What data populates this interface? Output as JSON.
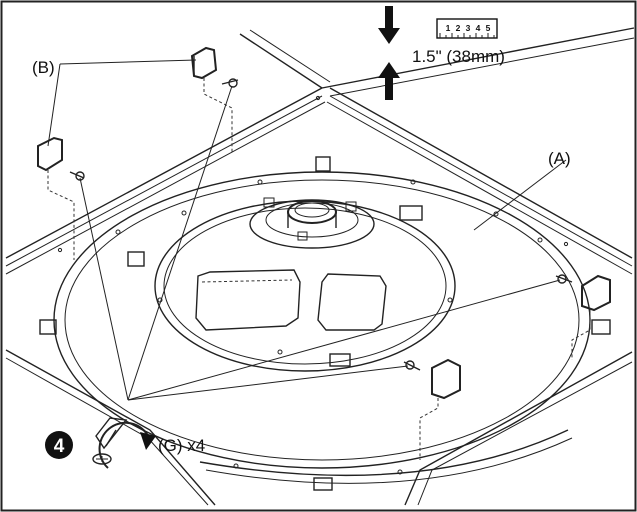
{
  "labels": {
    "a": "(A)",
    "b": "(B)",
    "g": "(G) x4",
    "step": "4",
    "measure": "1.5\" (38mm)",
    "ruler_ticks": [
      "1",
      "2",
      "3",
      "4",
      "5"
    ]
  },
  "colors": {
    "ink": "#111111",
    "paper": "#ffffff"
  },
  "icons": {
    "step_badge": "step-number-badge",
    "screwdriver": "screwdriver-rotate-icon"
  }
}
